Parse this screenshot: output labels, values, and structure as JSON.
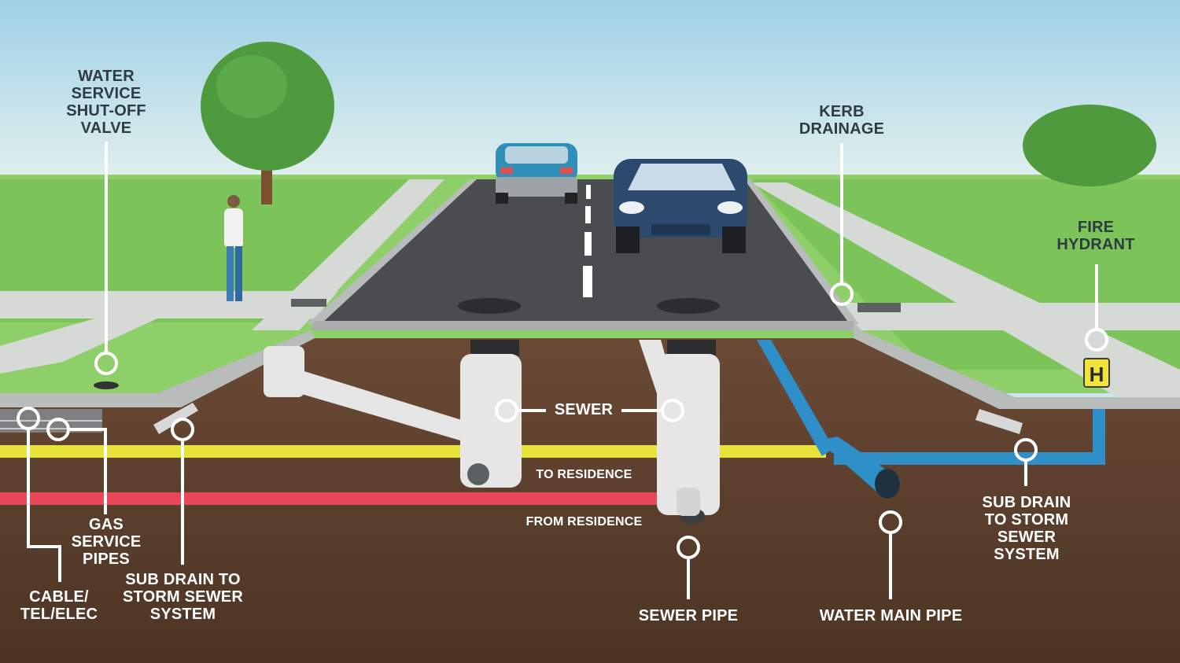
{
  "labels": {
    "water_valve": "WATER\nSERVICE\nSHUT-OFF\nVALVE",
    "kerb_drainage": "KERB\nDRAINAGE",
    "fire_hydrant": "FIRE\nHYDRANT",
    "hydrant_sign": "H",
    "sewer": "SEWER",
    "to_residence": "TO RESIDENCE",
    "from_residence": "FROM RESIDENCE",
    "gas_service_pipes": "GAS\nSERVICE\nPIPES",
    "cable_tel_elec": "CABLE/\nTEL/ELEC",
    "sub_drain_left": "SUB DRAIN TO\nSTORM SEWER\nSYSTEM",
    "sewer_pipe": "SEWER PIPE",
    "water_main_pipe": "WATER MAIN PIPE",
    "sub_drain_right": "SUB DRAIN\nTO STORM\nSEWER\nSYSTEM"
  },
  "colors": {
    "sky": "#cfe6f0",
    "grass": "#7cc35a",
    "road": "#4a4d50",
    "soil": "#5a3d2c",
    "gas_pipe": "#e8e33a",
    "electric_pipe": "#e8475a",
    "water_pipe": "#2f8fc9",
    "sewer_concrete": "#e6e6e6",
    "car_teal": "#2f8fb8",
    "car_navy": "#2b4a6e"
  }
}
